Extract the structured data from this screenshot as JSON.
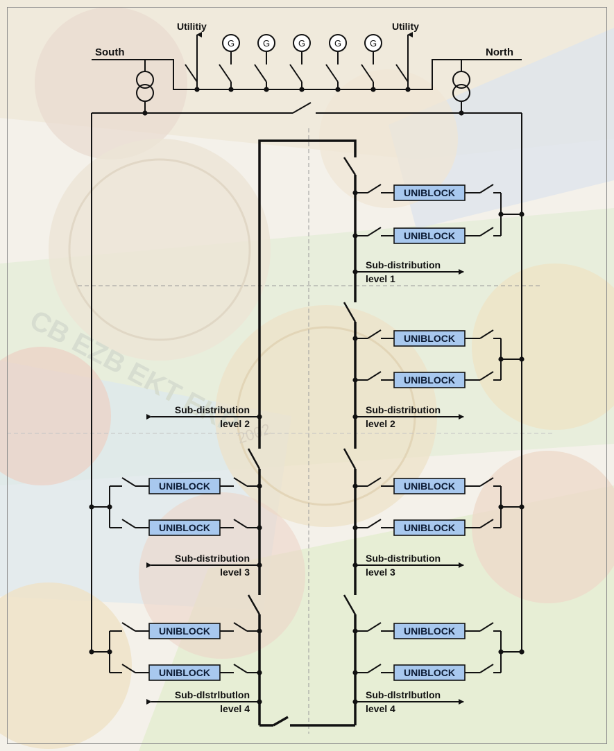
{
  "top": {
    "south_label": "South",
    "north_label": "North",
    "utility_left": "Utilitiy",
    "utility_right": "Utility",
    "generator_symbol": "G"
  },
  "uniblock_label": "UNIBLOCK",
  "labels": {
    "r1_line1": "Sub-distribution",
    "r1_line2": "level 1",
    "l2_line1": "Sub-distribution",
    "l2_line2": "level 2",
    "r2_line1": "Sub-distribution",
    "r2_line2": "level 2",
    "l3_line1": "Sub-distribution",
    "l3_line2": "level 3",
    "r3_line1": "Sub-distribution",
    "r3_line2": "level 3",
    "l4_line1": "Sub-dlstrlbutlon",
    "l4_line2": "level 4",
    "r4_line1": "Sub-dlstrlbutlon",
    "r4_line2": "level 4"
  },
  "background": {
    "watermark_text": "CB EZB EKT EKP",
    "year_text": "2002",
    "colors": {
      "pale_green": "#e2ecd0",
      "pale_blue": "#dfe8ef",
      "pale_tan": "#efe6d2",
      "coin_copper": "#ead2c2",
      "uniblock_fill": "#a8c8ee"
    }
  }
}
